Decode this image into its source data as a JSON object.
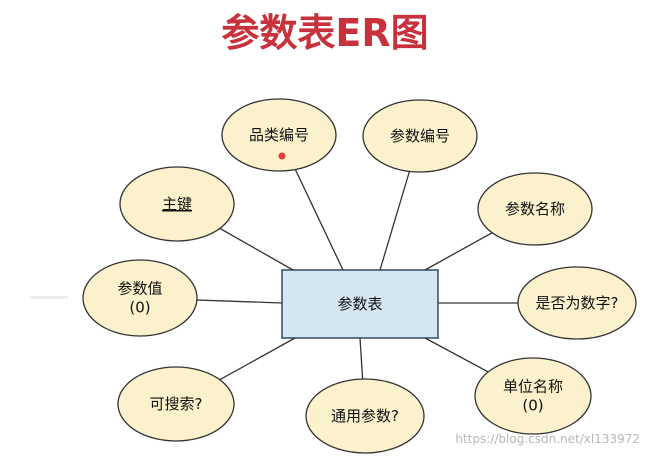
{
  "title": "参数表ER图",
  "entity": {
    "label": "参数表"
  },
  "attributes": [
    {
      "id": "pinlei",
      "lines": [
        "品类编号"
      ],
      "underline": false
    },
    {
      "id": "canshubianhao",
      "lines": [
        "参数编号"
      ],
      "underline": false
    },
    {
      "id": "zhujian",
      "lines": [
        "主键"
      ],
      "underline": true
    },
    {
      "id": "canshumingcheng",
      "lines": [
        "参数名称"
      ],
      "underline": false
    },
    {
      "id": "canshuzhi",
      "lines": [
        "参数值",
        "(0)"
      ],
      "underline": false
    },
    {
      "id": "shifouweishuzi",
      "lines": [
        "是否为数字?"
      ],
      "underline": false
    },
    {
      "id": "kesousuo",
      "lines": [
        "可搜索?"
      ],
      "underline": false
    },
    {
      "id": "tongyongcanshu",
      "lines": [
        "通用参数?"
      ],
      "underline": false
    },
    {
      "id": "danweimingcheng",
      "lines": [
        "单位名称",
        "(0)"
      ],
      "underline": false
    }
  ],
  "watermark": "https://blog.csdn.net/xl133972",
  "colors": {
    "title": "#c8323c",
    "entity_fill": "#d3e6f2",
    "entity_stroke": "#2c3e50",
    "attribute_fill": "#fbf1cc",
    "attribute_stroke": "#333333",
    "connector": "#333333",
    "cursor_dot": "#e03a3a"
  }
}
